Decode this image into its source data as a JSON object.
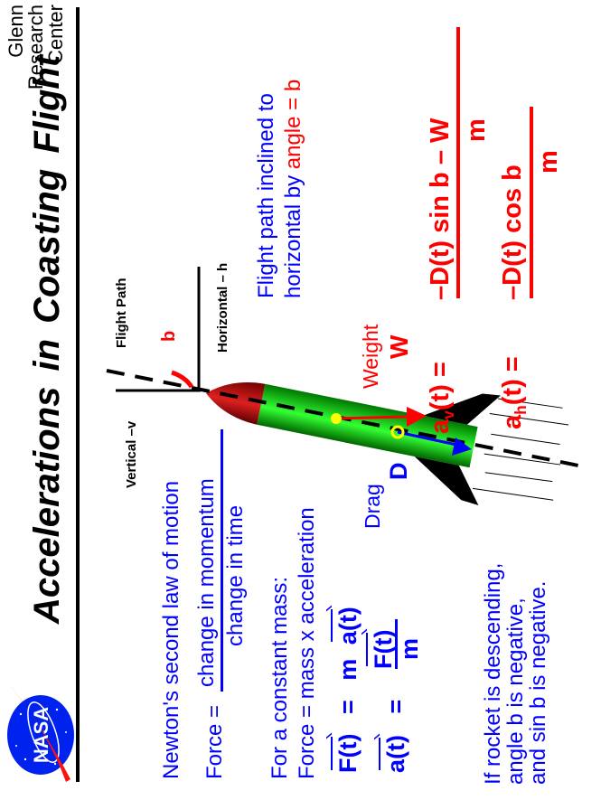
{
  "header": {
    "title": "Accelerations  in  Coasting  Flight",
    "org_lines": [
      "Glenn",
      "Research",
      "Center"
    ],
    "logo": "NASA"
  },
  "left_text": {
    "newton": "Newton's  second law of motion",
    "force_eq": "Force =",
    "numerator": "change  in  momentum",
    "denominator": "change  in  time",
    "const_mass": "For  a  constant  mass:",
    "force_mass": "Force = mass  x  acceleration",
    "eq1": {
      "lhs": "F(t)",
      "eq": "=",
      "m": "m",
      "rhs": "a(t)"
    },
    "eq2": {
      "lhs": "a(t)",
      "eq": "=",
      "num": "F(t)",
      "den": "m"
    },
    "descending": [
      "If  rocket  is  descending,",
      "angle b  is  negative,",
      "and  sin b  is  negative."
    ]
  },
  "diagram": {
    "vertical_label": "Vertical  –v",
    "flight_path_label": "Flight  Path",
    "horizontal_label": "Horizontal  – h",
    "angle_label": "b",
    "drag_label": "Drag",
    "drag_symbol": "D",
    "weight_label": "Weight",
    "weight_symbol": "W",
    "colors": {
      "nose": "#b00000",
      "body": "#00cc00",
      "fins": "#000000",
      "weight_arrow": "#ff0000",
      "drag_arrow": "#0000ff",
      "cg_dot": "#ffff00"
    }
  },
  "right_text": {
    "incline_line1": "Flight path  inclined to",
    "incline_line2_a": "horizontal by ",
    "incline_line2_b": "angle = b",
    "av": {
      "a": "a",
      "sub": "v",
      "rest": "(t) =",
      "num": "–D(t) sin b – W",
      "den": "m"
    },
    "ah": {
      "a": "a",
      "sub": "h",
      "rest": "(t) =",
      "num": "–D(t) cos b",
      "den": "m"
    }
  }
}
